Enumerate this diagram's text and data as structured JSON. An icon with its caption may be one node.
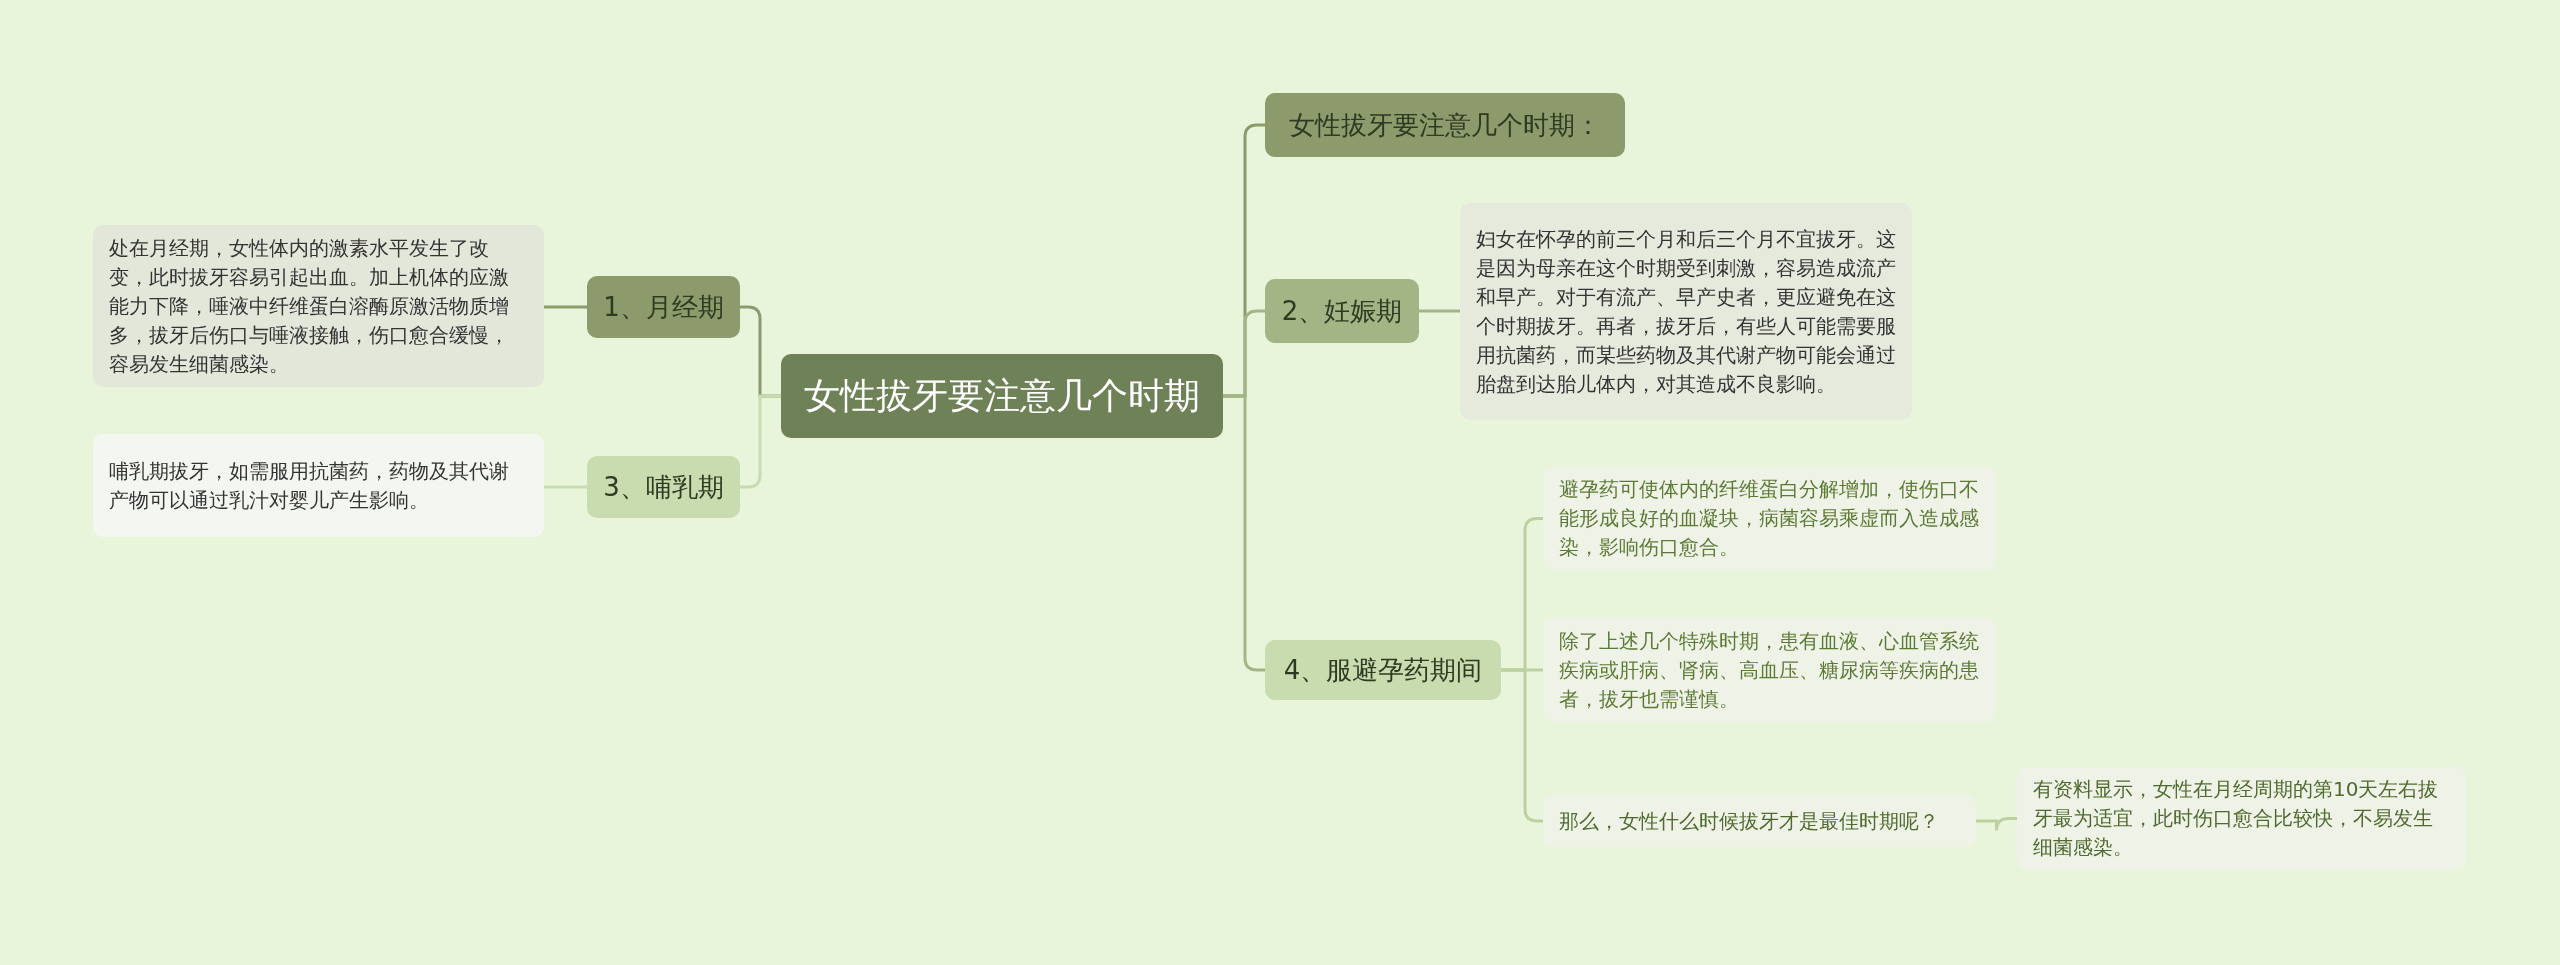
{
  "diagram": {
    "nodes": [
      {
        "text": [
          "女性拔牙要注意几个时期"
        ]
      },
      {
        "text": [
          "1、月经期"
        ]
      },
      {
        "text": [
          "处在月经期，女性体内的激素水平发生了改变，此时拔牙容易引起出血。加上机体的应激能力下降，唾液中纤维蛋白溶酶原激活物质增多，拔牙后伤口与唾液接触，伤口愈合缓慢，容易发生细菌感染。"
        ]
      },
      {
        "text": [
          "3、哺乳期"
        ]
      },
      {
        "text": [
          "哺乳期拔牙，如需服用抗菌药，药物及其代谢产物可以通过乳汁对婴儿产生影响。"
        ]
      },
      {
        "text": [
          "女性拔牙要注意几个时期："
        ]
      },
      {
        "text": [
          "2、妊娠期"
        ]
      },
      {
        "text": [
          "妇女在怀孕的前三个月和后三个月不宜拔牙。这是因为母亲在这个时期受到刺激，容易造成流产和早产。对于有流产、早产史者，更应避免在这个时期拔牙。再者，拔牙后，有些人可能需要服用抗菌药，而某些药物及其代谢产物可能会通过胎盘到达胎儿体内，对其造成不良影响。"
        ]
      },
      {
        "text": [
          "4、服避孕药期间"
        ]
      },
      {
        "text": [
          "避孕药可使体内的纤维蛋白分解增加，使伤口不能形成良好的血凝块，病菌容易乘虚而入造成感染，影响伤口愈合。"
        ]
      },
      {
        "text": [
          "除了上述几个特殊时期，患有血液、心血管系统疾病或肝病、肾病、高血压、糖尿病等疾病的患者，拔牙也需谨慎。"
        ]
      },
      {
        "text": [
          "那么，女性什么时候拔牙才是最佳时期呢？"
        ]
      },
      {
        "text": [
          "有资料显示，女性在月经周期的第10天左右拔牙最为适宜，此时伤口愈合比较快，不易发生细菌感染。"
        ]
      }
    ],
    "edges": [
      {
        "from": 0,
        "to": 1,
        "arrow": "none",
        "color": "#8c9a6c"
      },
      {
        "from": 0,
        "to": 3,
        "arrow": "none",
        "color": "#c9dcaf"
      },
      {
        "from": 1,
        "to": 2,
        "arrow": "none",
        "color": "#8c9a6c"
      },
      {
        "from": 3,
        "to": 4,
        "arrow": "none",
        "color": "#c9dcaf"
      },
      {
        "from": 0,
        "to": 5,
        "arrow": "none",
        "color": "#8c9a6c"
      },
      {
        "from": 0,
        "to": 6,
        "arrow": "none",
        "color": "#a4b585"
      },
      {
        "from": 0,
        "to": 8,
        "arrow": "none",
        "color": "#a4b585"
      },
      {
        "from": 6,
        "to": 7,
        "arrow": "none",
        "color": "#a4b585"
      },
      {
        "from": 8,
        "to": 9,
        "arrow": "none",
        "color": "#bdd1a0"
      },
      {
        "from": 8,
        "to": 10,
        "arrow": "none",
        "color": "#bdd1a0"
      },
      {
        "from": 8,
        "to": 11,
        "arrow": "none",
        "color": "#bdd1a0"
      },
      {
        "from": 11,
        "to": 12,
        "arrow": "none",
        "color": "#bdd1a0"
      }
    ]
  }
}
